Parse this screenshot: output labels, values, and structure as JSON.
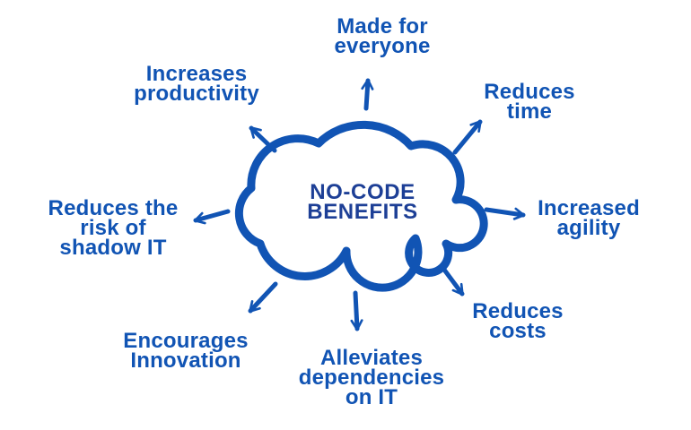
{
  "diagram": {
    "kind": "radial-benefits-cloud",
    "background_color": "#ffffff",
    "primary_blue": "#1154b4",
    "title_navy": "#1d3f96"
  },
  "cloud": {
    "title": "NO-CODE\nBENEFITS"
  },
  "benefits": [
    {
      "id": "made-for-everyone",
      "label": "Made for\neveryone",
      "direction": "up"
    },
    {
      "id": "reduces-time",
      "label": "Reduces\ntime",
      "direction": "up-right"
    },
    {
      "id": "increased-agility",
      "label": "Increased\nagility",
      "direction": "right"
    },
    {
      "id": "reduces-costs",
      "label": "Reduces\ncosts",
      "direction": "down-right"
    },
    {
      "id": "alleviates-dependencies",
      "label": "Alleviates\ndependencies\non IT",
      "direction": "down"
    },
    {
      "id": "encourages-innovation",
      "label": "Encourages\nInnovation",
      "direction": "down-left"
    },
    {
      "id": "reduces-risk-shadow-it",
      "label": "Reduces the\nrisk of\nshadow IT",
      "direction": "left"
    },
    {
      "id": "increases-productivity",
      "label": "Increases\nproductivity",
      "direction": "up-left"
    }
  ]
}
